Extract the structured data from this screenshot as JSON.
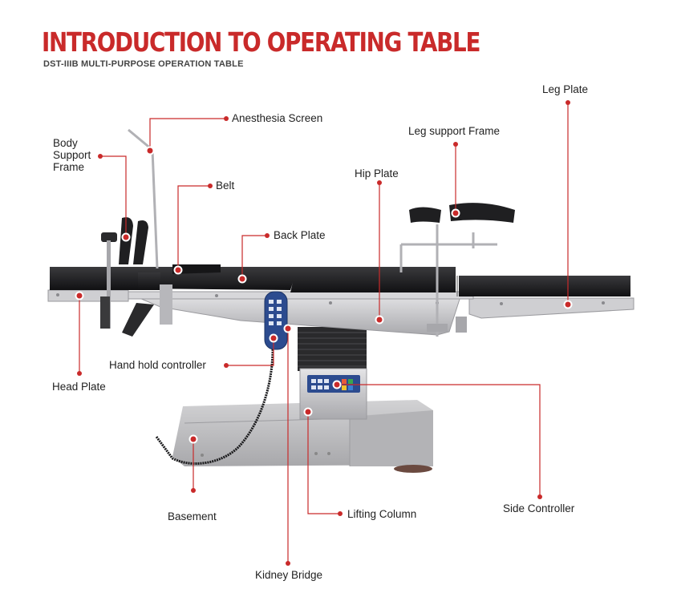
{
  "header": {
    "title": "INTRODUCTION TO OPERATING TABLE",
    "subtitle": "DST-IIIB MULTI-PURPOSE OPERATION TABLE"
  },
  "callouts": {
    "anesthesia_screen": "Anesthesia Screen",
    "body_support_frame": "Body\nSupport\nFrame",
    "belt": "Belt",
    "back_plate": "Back Plate",
    "hip_plate": "Hip Plate",
    "leg_support_frame": "Leg support Frame",
    "leg_plate": "Leg Plate",
    "hand_hold_controller": "Hand hold controller",
    "head_plate": "Head Plate",
    "basement": "Basement",
    "lifting_column": "Lifting Column",
    "side_controller": "Side Controller",
    "kidney_bridge": "Kidney Bridge"
  },
  "colors": {
    "accent": "#c92a2a",
    "leader_line": "#c92a2a",
    "mattress": "#1e1e20",
    "metal": "#c9c9cc",
    "base": "#bdbdbf",
    "controller": "#2c4b8f"
  }
}
